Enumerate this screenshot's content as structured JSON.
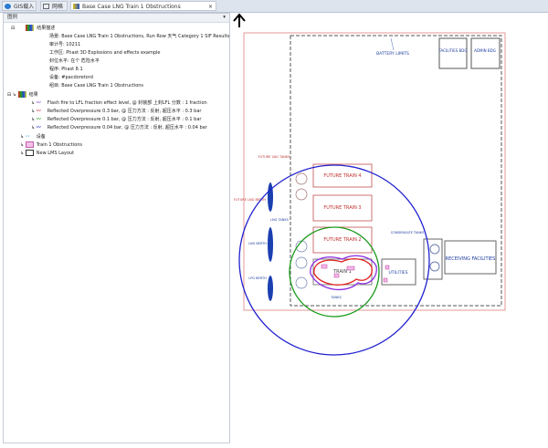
{
  "tabs": [
    {
      "label": "GIS载入"
    },
    {
      "label": "网格"
    },
    {
      "label": "Base Case LNG Train 1 Obstructions",
      "close": "×"
    }
  ],
  "legend": {
    "header": "图例",
    "collapse": "▾"
  },
  "tree": {
    "results_root": {
      "label": "结果描述",
      "items": [
        "场景: Base Case LNG Train 1 Obstructions, Run Row 天气 Category 1 SIF Results",
        "审计号: 10211",
        "工作区: Phast 3D Explosions and effects example",
        "封位水平: 在个 危险水平",
        "程序: Phast 8.1",
        "设备: #pacdoretord",
        "组目: Base Case LNG Train 1 Obstructions"
      ]
    },
    "results": {
      "label": "结果",
      "items": [
        {
          "label": "Flash fire to LFL fraction effect level, @ 封装部 上封LFL 分数 : 1 fraction",
          "color": "#8a2be2"
        },
        {
          "label": "Reflected Overpressure 0.3 bar, @ 压力方法 : 反射, 超压水平 : 0.3 bar",
          "color": "#e02020"
        },
        {
          "label": "Reflected Overpressure 0.1 bar, @ 压力方法 : 反射, 超压水平 : 0.1 bar",
          "color": "#1a9a1a"
        },
        {
          "label": "Reflected Overpressure 0.04 bar, @ 压力方法 : 反射, 超压水平 : 0.04 bar",
          "color": "#2020d0"
        }
      ]
    },
    "equipment": {
      "label": "设备"
    },
    "obstructions": {
      "label": "Train 1 Obstructions"
    },
    "layout": {
      "label": "New LMS Layout"
    }
  },
  "map": {
    "labels": {
      "battery": "BATTERY LIMITS",
      "facilities": "FACILITIES BDG",
      "admin": "ADMIN BDG",
      "ft4": "FUTURE TRAIN 4",
      "ft3": "FUTURE TRAIN 3",
      "ft2": "FUTURE TRAIN 2",
      "t1": "TRAIN 1",
      "utilities": "UTILITIES",
      "receiving": "RECEIVING FACILITIES",
      "condensate": "CONDENSATE TANKS",
      "future_lng_tanks": "FUTURE LNG TANKS",
      "future_lng_berth": "FUTURE LNG BERTH",
      "lng_tanks": "LNG TANKS",
      "lng_berth": "LNG BERTH",
      "lpg_berth": "LPG BERTH",
      "tanks": "TANKS"
    }
  }
}
